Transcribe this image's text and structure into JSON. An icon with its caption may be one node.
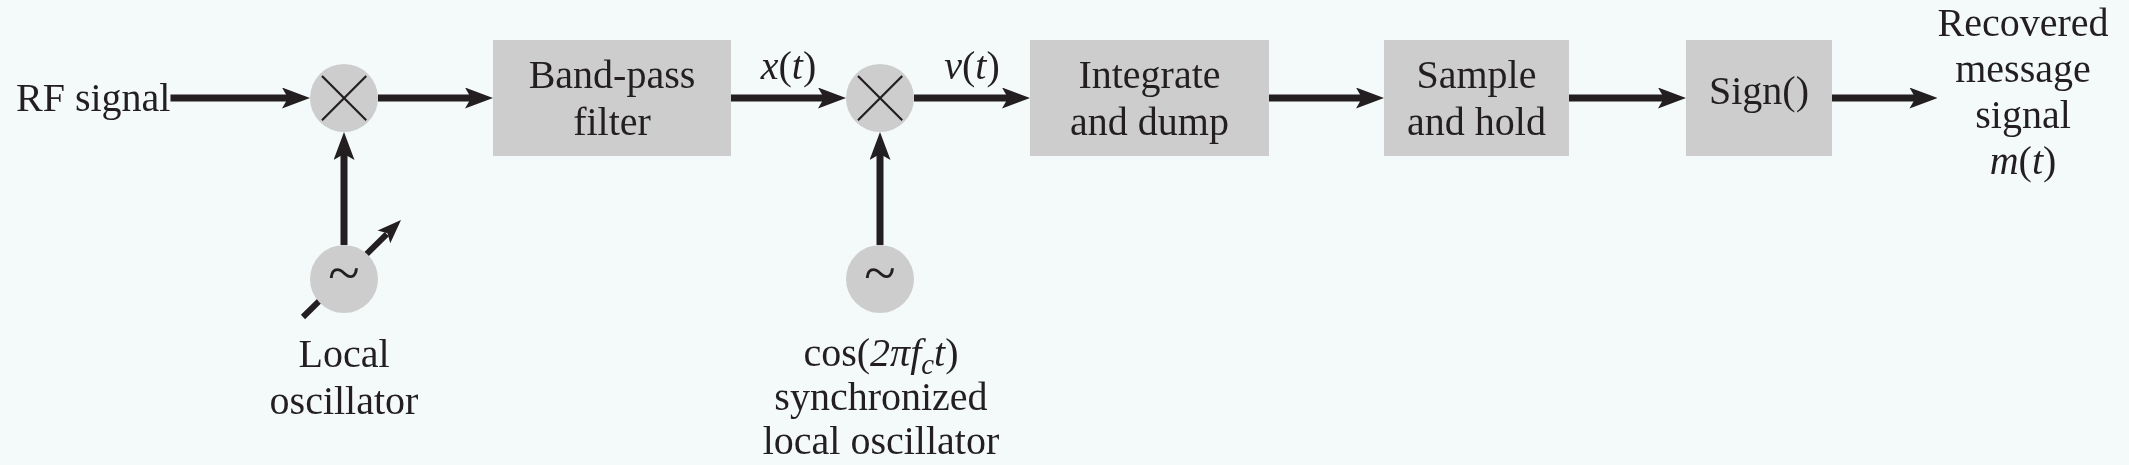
{
  "diagram": {
    "nodes": [
      {
        "text": [
          "RF signal"
        ]
      },
      {
        "text": [],
        "shape": "circle"
      },
      {
        "text": [
          "Band-pass filter"
        ]
      },
      {
        "text": [],
        "shape": "circle"
      },
      {
        "text": [
          "Integrate and dump"
        ]
      },
      {
        "text": [
          "Sample and hold"
        ]
      },
      {
        "text": [
          "Sign()"
        ]
      },
      {
        "text": [
          "Recovered message signal *m*(*t*)"
        ]
      },
      {
        "text": [
          "~"
        ],
        "beside": [
          "Local oscillator"
        ]
      },
      {
        "text": [
          "~"
        ],
        "beside": [
          "cos(*2πf*$_{c}$*t*)",
          "synchronized local oscillator"
        ]
      }
    ],
    "edges": [
      {
        "from": 0,
        "to": 1,
        "arrow": "to"
      },
      {
        "from": 1,
        "to": 2,
        "arrow": "to"
      },
      {
        "from": 2,
        "to": 3,
        "arrow": "to",
        "label": "*x*(*t*)"
      },
      {
        "from": 3,
        "to": 4,
        "arrow": "to",
        "label": "*v*(*t*)"
      },
      {
        "from": 4,
        "to": 5,
        "arrow": "to"
      },
      {
        "from": 5,
        "to": 6,
        "arrow": "to"
      },
      {
        "from": 6,
        "to": 7,
        "arrow": "to"
      },
      {
        "from": 8,
        "to": 1,
        "arrow": "to"
      },
      {
        "from": 9,
        "to": 3,
        "arrow": "to"
      }
    ]
  }
}
